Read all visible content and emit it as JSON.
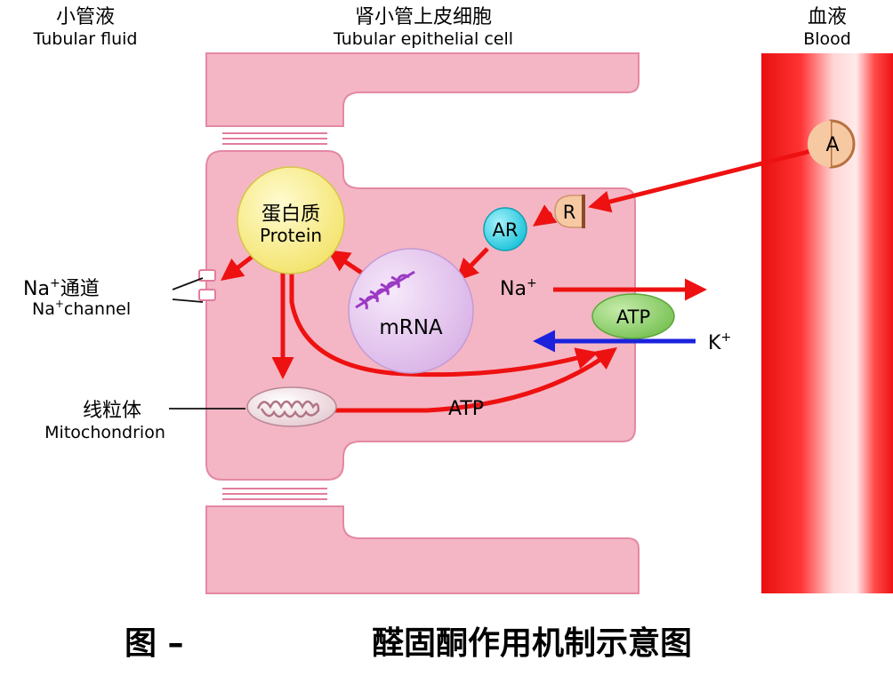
{
  "regions": {
    "tubular_fluid": {
      "zh": "小管液",
      "en": "Tubular fluid"
    },
    "epithelial_cell": {
      "zh": "肾小管上皮细胞",
      "en": "Tubular epithelial cell"
    },
    "blood": {
      "zh": "血液",
      "en": "Blood"
    }
  },
  "nodes": {
    "aldosterone": "A",
    "receptor": "R",
    "complex": "AR",
    "mrna": "mRNA",
    "protein": {
      "zh": "蛋白质",
      "en": "Protein"
    },
    "atp_pump": "ATP",
    "atp_label": "ATP"
  },
  "ions": {
    "na": {
      "base": "Na",
      "sup": "+"
    },
    "k": {
      "base": "K",
      "sup": "+"
    }
  },
  "callouts": {
    "na_channel": {
      "base": "Na",
      "sup": "+",
      "zh_suffix": "通道",
      "en_suffix": "channel"
    },
    "mitochondrion": {
      "zh": "线粒体",
      "en": "Mitochondrion"
    }
  },
  "caption": {
    "prefix": "图  –",
    "title": "醛固酮作用机制示意图"
  },
  "colors": {
    "cell": "#f4b6c4",
    "cell_border": "#e488a3",
    "arrow_red": "#ee1111",
    "arrow_blue": "#1a22dd",
    "blood": "#ee1c1c",
    "protein": "#f7ee8a",
    "mrna": "#e4c3ee",
    "complex": "#2bd4ea",
    "atp_pump": "#8fce6a",
    "receptor": "#f6c9a3"
  }
}
